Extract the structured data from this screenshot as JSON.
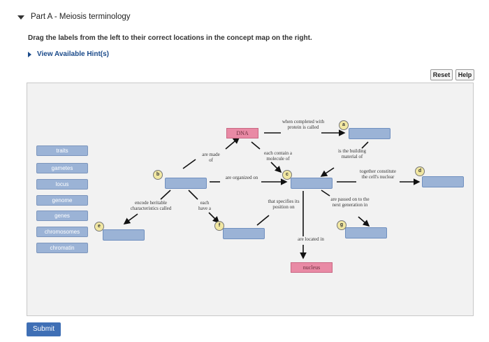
{
  "header": {
    "part_title": "Part A - Meiosis terminology"
  },
  "instruction": "Drag the labels from the left to their correct locations in the concept map on the right.",
  "hint_link": "View Available Hint(s)",
  "buttons": {
    "reset": "Reset",
    "help": "Help",
    "submit": "Submit"
  },
  "labels": [
    "traits",
    "gametes",
    "locus",
    "genome",
    "genes",
    "chromosomes",
    "chromatin"
  ],
  "concept_map": {
    "given": {
      "dna": "DNA",
      "nucleus": "nucleus"
    },
    "links": {
      "when_completed": "when completed with protein is called",
      "are_made_of": "are made of",
      "each_contain": "each contain a molecule of",
      "building_material": "is the building material of",
      "are_organized_on": "are organized on",
      "together_constitute": "together constitute the cell's nuclear",
      "encode_heritable": "encode heritable characteristics called",
      "each_have": "each have a",
      "specifies_position": "that specifies its position on",
      "passed_on": "are passed on to the next generation in",
      "located_in": "are located in"
    },
    "markers": [
      "a",
      "b",
      "c",
      "d",
      "e",
      "f",
      "g"
    ]
  },
  "colors": {
    "label_blue": "#9bb3d6",
    "given_pink": "#e98aa5",
    "marker_yellow": "#f1e7a2",
    "submit_blue": "#3f6fb5"
  }
}
